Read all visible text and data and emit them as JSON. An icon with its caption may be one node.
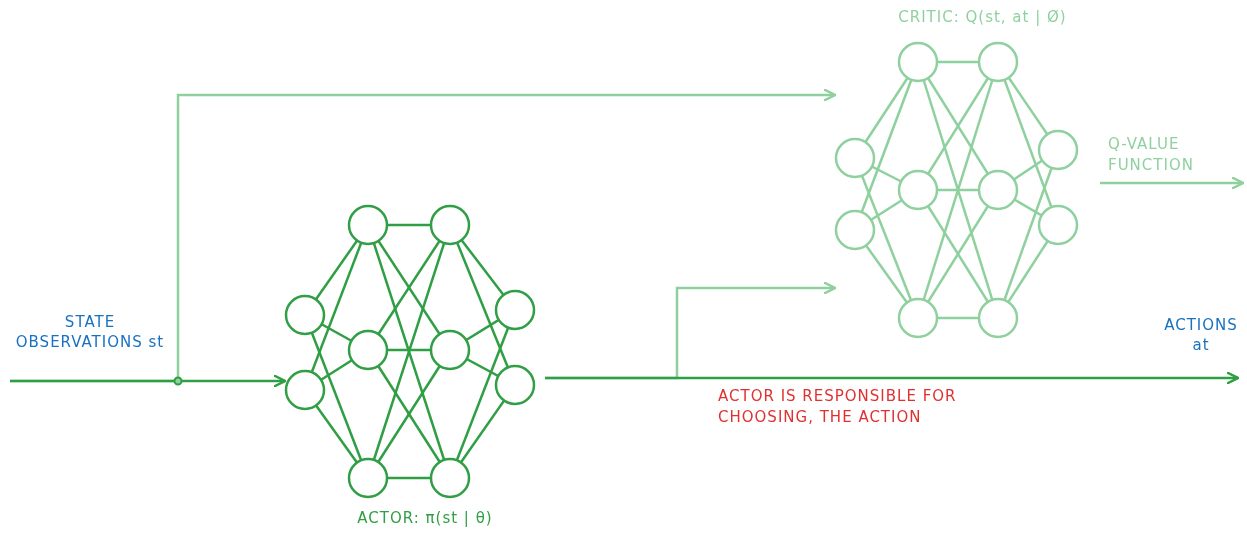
{
  "diagram": {
    "nodes": [
      {
        "text": [
          "STATE OBSERVATIONS st"
        ]
      },
      {
        "text": [],
        "shape": "picture",
        "beside": [
          "ACTOR: π(st | θ)"
        ]
      },
      {
        "text": [],
        "shape": "picture",
        "beside": [
          "CRITIC: Q(st, at | Ø)"
        ]
      },
      {
        "text": [
          "ACTIONS at"
        ]
      }
    ],
    "edges": [
      {
        "from": 0,
        "to": 1,
        "arrow": "to",
        "color": "#2f9e44"
      },
      {
        "from": 0,
        "to": 2,
        "arrow": "to",
        "color": "#8fd19e"
      },
      {
        "from": 1,
        "to": 3,
        "arrow": "to",
        "label": "ACTOR IS RESPONSIBLE FOR CHOOSING, THE ACTION",
        "color": "#2f9e44"
      },
      {
        "from": 1,
        "to": 2,
        "arrow": "to",
        "color": "#8fd19e"
      },
      {
        "from": 2,
        "to": null,
        "arrow": "to",
        "label": "Q-VALUE FUNCTION",
        "color": "#8fd19e"
      }
    ]
  }
}
